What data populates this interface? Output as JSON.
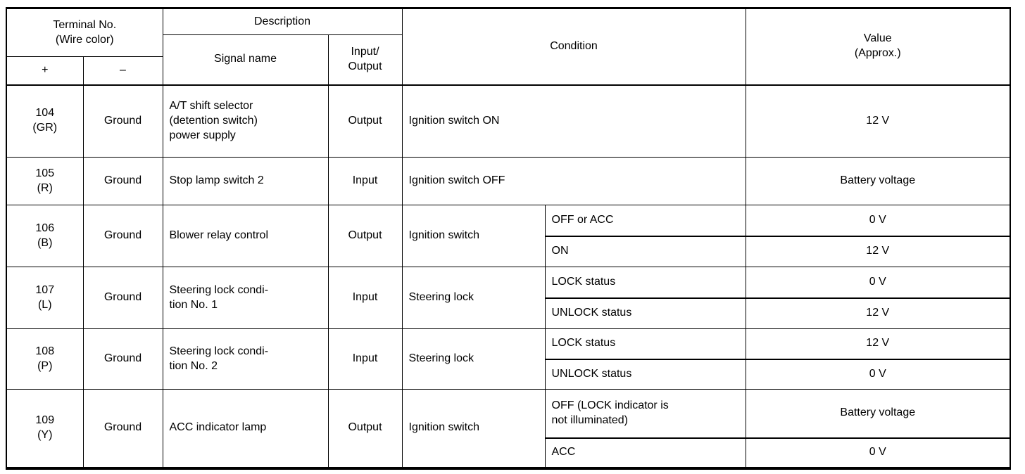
{
  "table": {
    "header": {
      "terminal": "Terminal No.\n(Wire color)",
      "plus": "+",
      "minus": "–",
      "description": "Description",
      "signal_name": "Signal name",
      "input_output": "Input/\nOutput",
      "condition": "Condition",
      "value": "Value\n(Approx.)"
    },
    "rows": [
      {
        "terminal": "104\n(GR)",
        "ground": "Ground",
        "signal": "A/T shift selector\n(detention switch)\npower supply",
        "io": "Output",
        "condition": "Ignition switch ON",
        "value": "12 V"
      },
      {
        "terminal": "105\n(R)",
        "ground": "Ground",
        "signal": "Stop lamp switch 2",
        "io": "Input",
        "condition": "Ignition switch OFF",
        "value": "Battery voltage"
      },
      {
        "terminal": "106\n(B)",
        "ground": "Ground",
        "signal": "Blower relay control",
        "io": "Output",
        "condition_main": "Ignition switch",
        "sub": [
          {
            "condition": "OFF or ACC",
            "value": "0 V"
          },
          {
            "condition": "ON",
            "value": "12 V"
          }
        ]
      },
      {
        "terminal": "107\n(L)",
        "ground": "Ground",
        "signal": "Steering lock condi-\ntion No. 1",
        "io": "Input",
        "condition_main": "Steering lock",
        "sub": [
          {
            "condition": "LOCK status",
            "value": "0 V"
          },
          {
            "condition": "UNLOCK status",
            "value": "12 V"
          }
        ]
      },
      {
        "terminal": "108\n(P)",
        "ground": "Ground",
        "signal": "Steering lock condi-\ntion No. 2",
        "io": "Input",
        "condition_main": "Steering lock",
        "sub": [
          {
            "condition": "LOCK status",
            "value": "12 V"
          },
          {
            "condition": "UNLOCK status",
            "value": "0 V"
          }
        ]
      },
      {
        "terminal": "109\n(Y)",
        "ground": "Ground",
        "signal": "ACC indicator lamp",
        "io": "Output",
        "condition_main": "Ignition switch",
        "sub": [
          {
            "condition": "OFF (LOCK indicator is\nnot illuminated)",
            "value": "Battery voltage"
          },
          {
            "condition": "ACC",
            "value": "0 V"
          }
        ]
      }
    ],
    "colors": {
      "border": "#000000",
      "text": "#000000",
      "background": "#ffffff"
    }
  }
}
